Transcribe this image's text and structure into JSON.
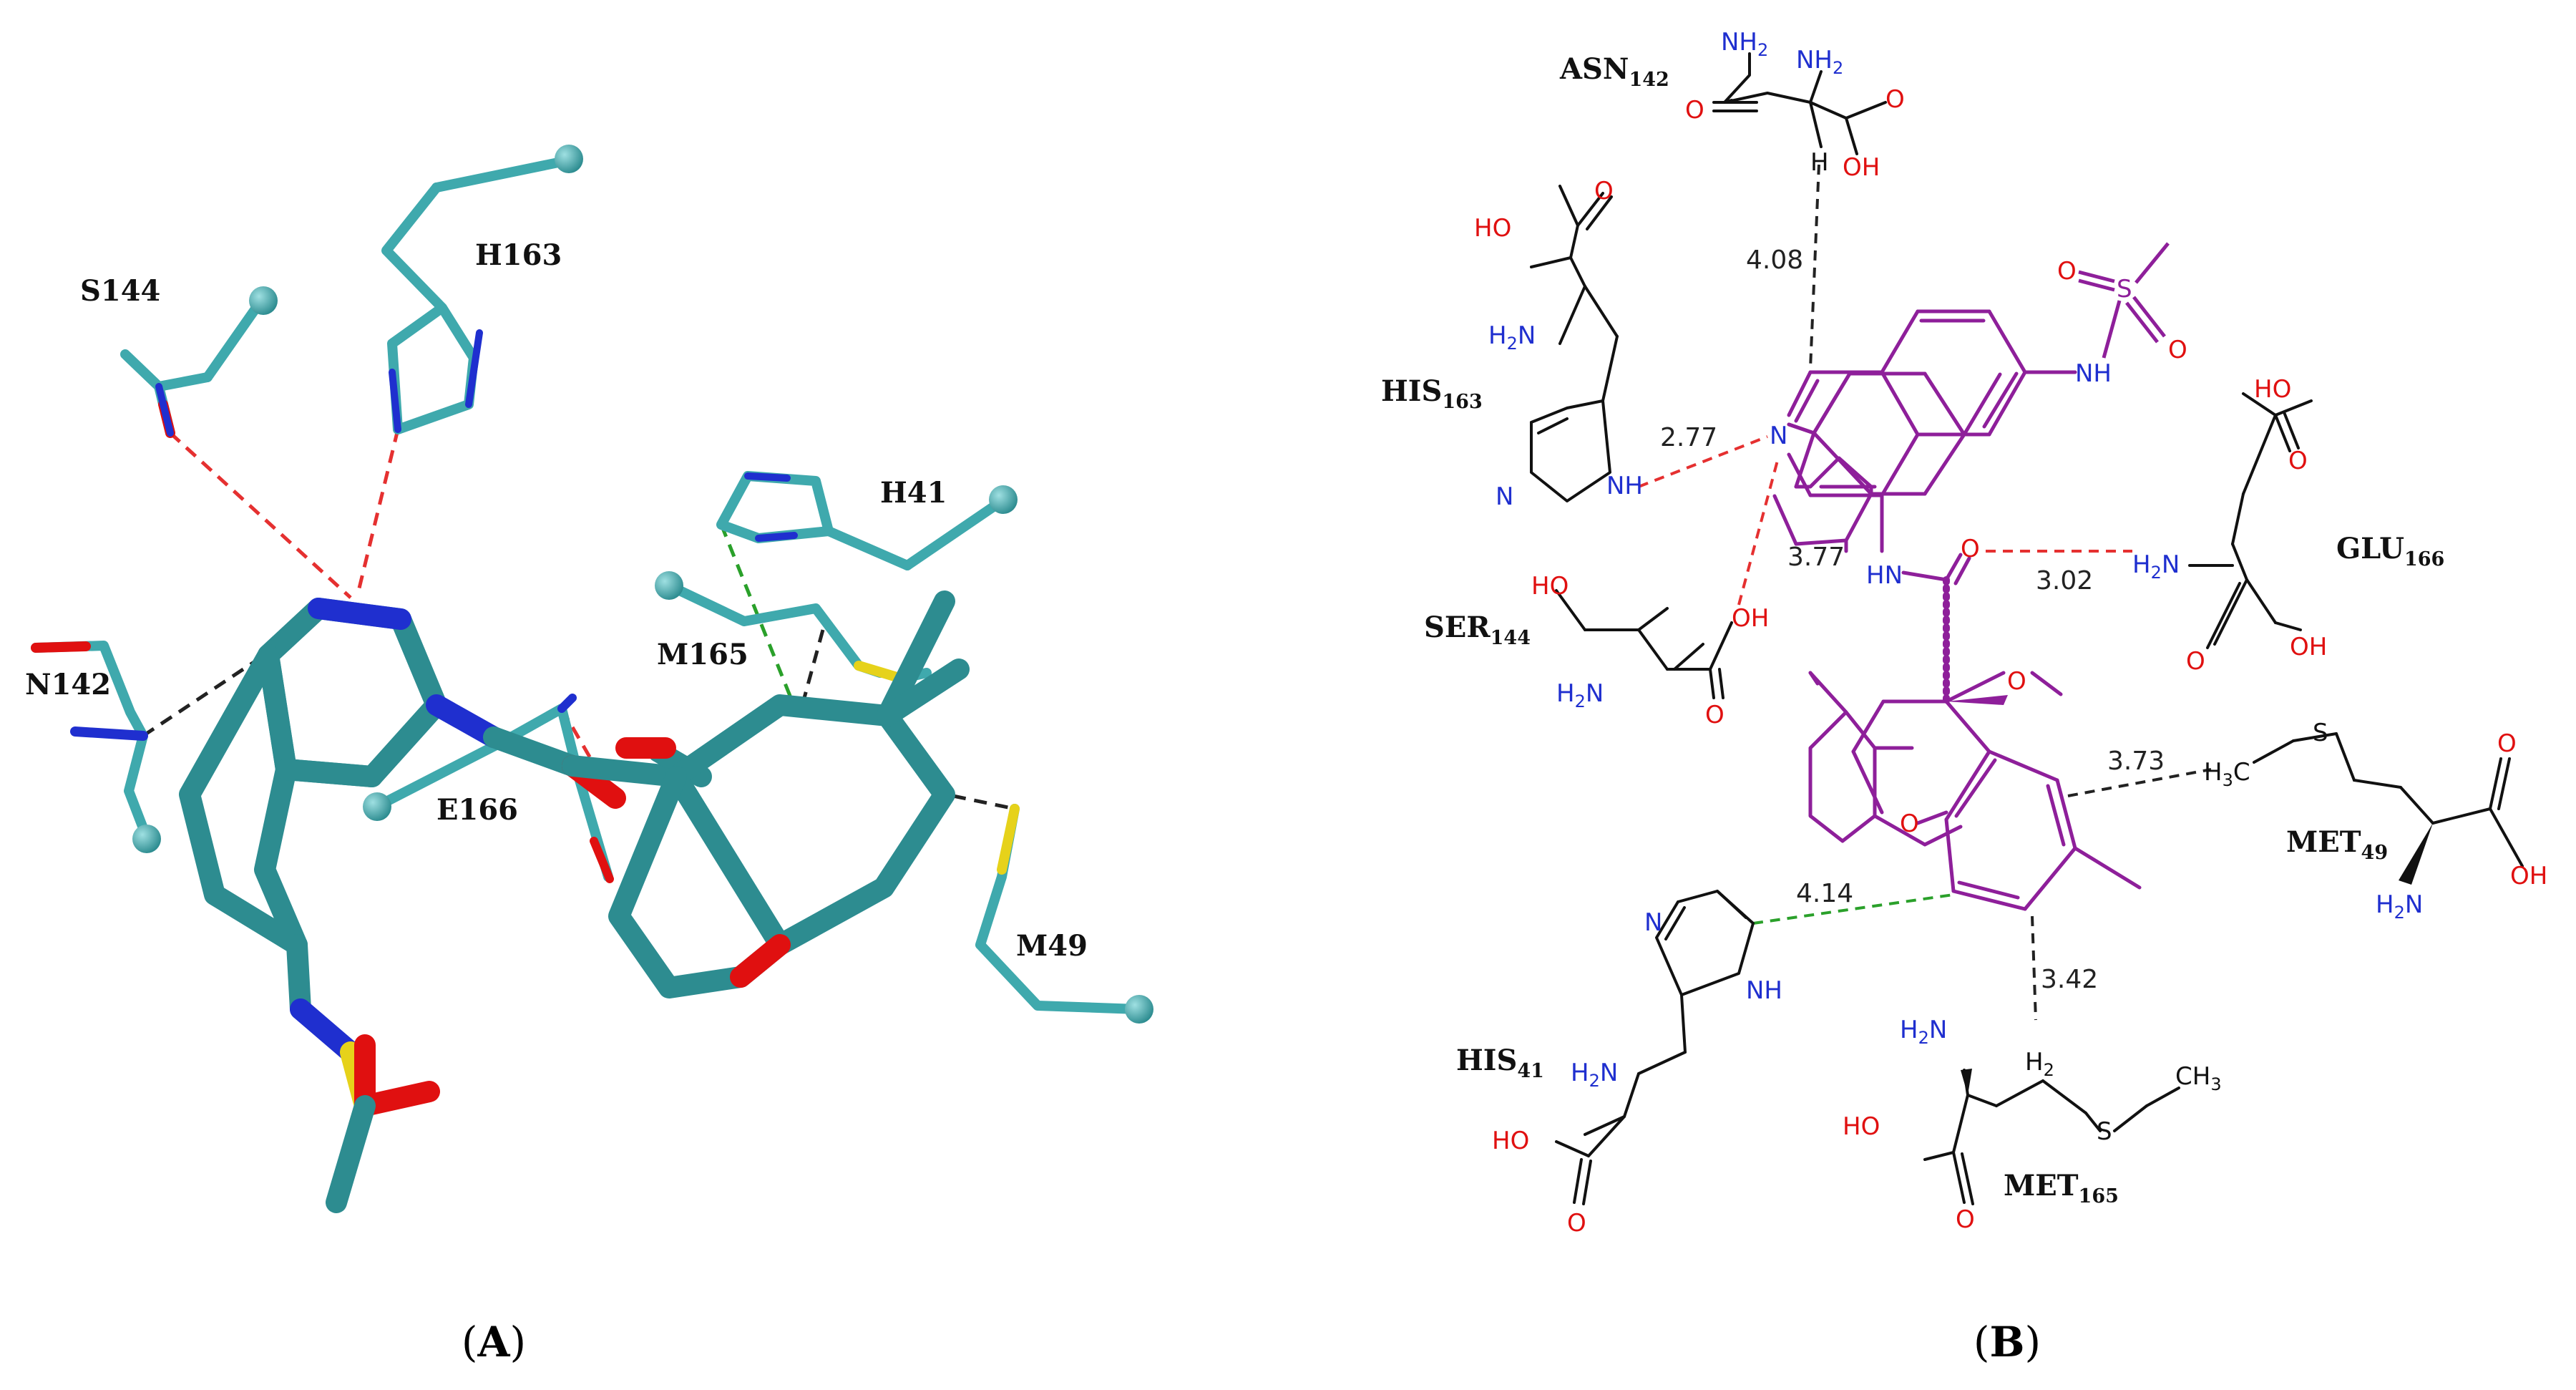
{
  "panel_a": {
    "label_open": "(",
    "label_letter": "A",
    "label_close": ")",
    "residues": {
      "s144": "S144",
      "h163": "H163",
      "n142": "N142",
      "h41": "H41",
      "m165": "M165",
      "e166": "E166",
      "m49": "M49"
    }
  },
  "panel_b": {
    "label_open": "(",
    "label_letter": "B",
    "label_close": ")",
    "residues": {
      "asn142": {
        "name": "ASN",
        "num": "142"
      },
      "his163": {
        "name": "HIS",
        "num": "163"
      },
      "ser144": {
        "name": "SER",
        "num": "144"
      },
      "glu166": {
        "name": "GLU",
        "num": "166"
      },
      "met49": {
        "name": "MET",
        "num": "49"
      },
      "his41": {
        "name": "HIS",
        "num": "41"
      },
      "met165": {
        "name": "MET",
        "num": "165"
      }
    },
    "distances": {
      "asn142": "4.08",
      "his163": "2.77",
      "ser144": "3.77",
      "glu166": "3.02",
      "met49": "3.73",
      "his41": "4.14",
      "met165": "3.42"
    },
    "atoms": {
      "nh2": "NH2",
      "nh2_sub": "2",
      "nh2_base": "NH",
      "h2n": "H",
      "h2n_n": "N",
      "oh": "OH",
      "ho": "HO",
      "o": "O",
      "n": "N",
      "nh": "NH",
      "hn": "HN",
      "h": "H",
      "s": "S",
      "ch3": "CH",
      "h3c": "H",
      "h3c_c": "C",
      "sub2": "2",
      "sub3": "3"
    }
  },
  "colors": {
    "teal": "#3fa9ad",
    "nitrogen": "#1f2fcf",
    "oxygen": "#e01010",
    "sulfur": "#e6d21a",
    "ligand": "#8e1f9a",
    "hbond": "#e53030",
    "pi_bond": "#2aa02a",
    "contact": "#222222"
  }
}
